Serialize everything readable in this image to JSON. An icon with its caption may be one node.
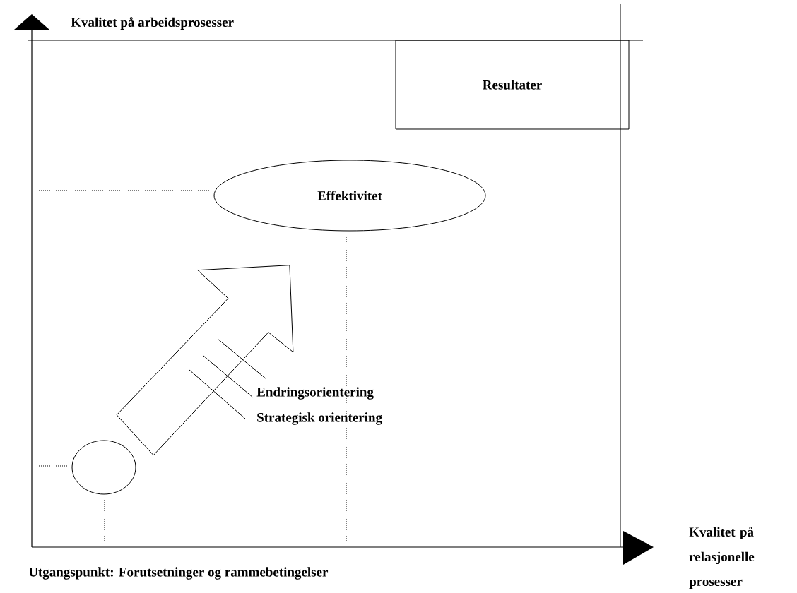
{
  "diagram": {
    "nodes": [
      {
        "text": [
          "Resultater"
        ]
      },
      {
        "text": [
          "Effektivitet"
        ]
      },
      {
        "text": [],
        "shape": "circle"
      }
    ],
    "edges": [
      {
        "from": 2,
        "to": 1,
        "arrow": "to"
      }
    ],
    "labels": [
      "Kvalitet på arbeidsprosesser",
      "Endringsorientering",
      "Strategisk orientering",
      "Utgangspunkt: Forutsetninger og rammebetingelser",
      "Kvalitet på relasjonelle prosesser"
    ]
  }
}
